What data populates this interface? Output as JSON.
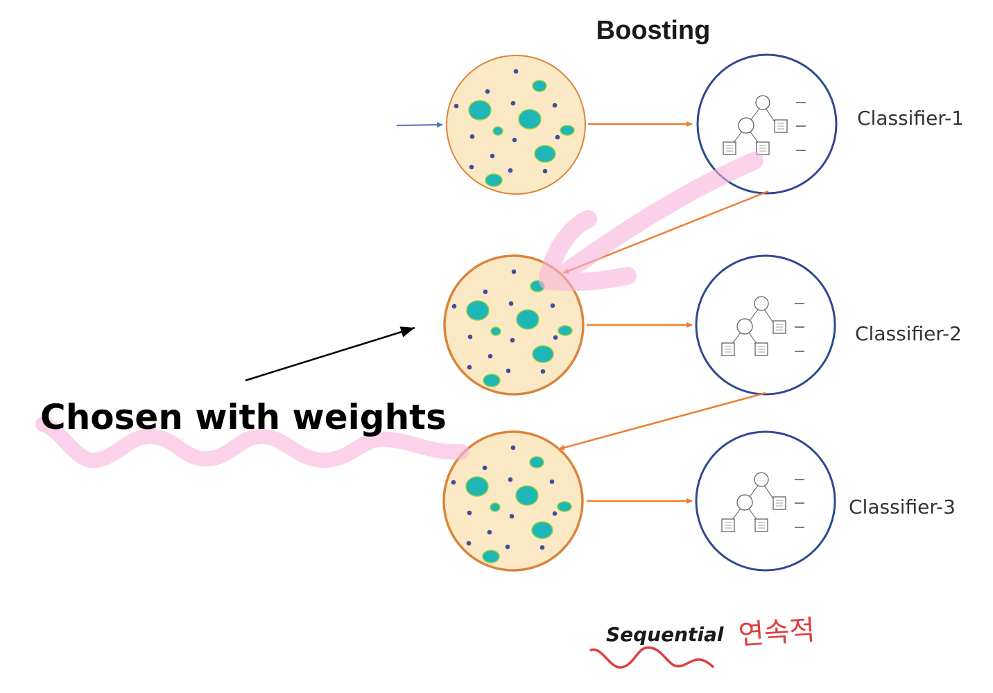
{
  "title": "Boosting",
  "classifiers": [
    {
      "label": "Classifier-1"
    },
    {
      "label": "Classifier-2"
    },
    {
      "label": "Classifier-3"
    }
  ],
  "annotation": "Chosen with weights",
  "sequential": "Sequential",
  "handwriting_ko": "연속적",
  "colors": {
    "sample_fill": "#fbe8c4",
    "sample_stroke": "#d9853b",
    "dot": "#3f4f9a",
    "blob": "#1fb6b8",
    "blob_edge": "#9ecf3a",
    "classifier_stroke": "#2f4a8f",
    "flow_arrow": "#ed7d31",
    "input_arrow": "#4a72c4",
    "highlight_pink": "#f8b4dc",
    "handwriting_red": "#e03c3c"
  }
}
